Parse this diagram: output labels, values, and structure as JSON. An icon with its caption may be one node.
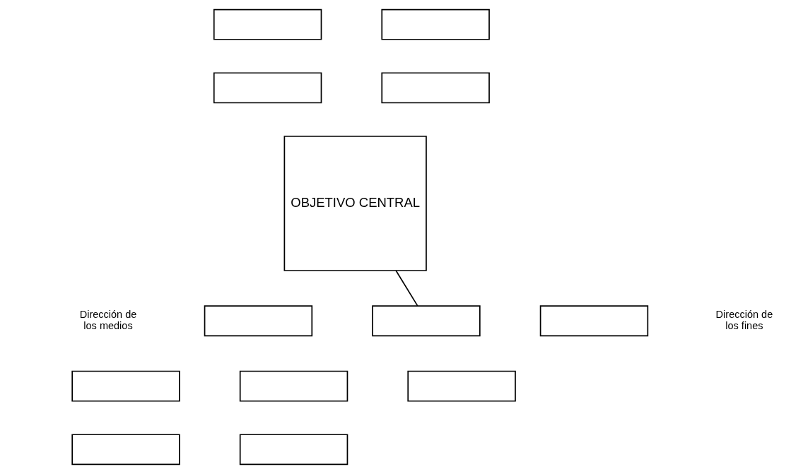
{
  "diagram": {
    "nodes": [
      {
        "text": [],
        "shape": "box"
      },
      {
        "text": [],
        "shape": "box"
      },
      {
        "text": [],
        "shape": "box"
      },
      {
        "text": [],
        "shape": "box"
      },
      {
        "text": [
          "OBJETIVO CENTRAL"
        ]
      },
      {
        "text": [],
        "shape": "box"
      },
      {
        "text": [],
        "shape": "box"
      },
      {
        "text": [],
        "shape": "box"
      },
      {
        "text": [],
        "shape": "box"
      },
      {
        "text": [],
        "shape": "box"
      },
      {
        "text": [],
        "shape": "box"
      },
      {
        "text": [],
        "shape": "box"
      },
      {
        "text": [],
        "shape": "box"
      }
    ],
    "edges": [
      {
        "from": 4,
        "to": 6,
        "arrow": "none"
      }
    ],
    "labels": [
      "Dirección de los medios",
      "Dirección de los fines"
    ]
  }
}
